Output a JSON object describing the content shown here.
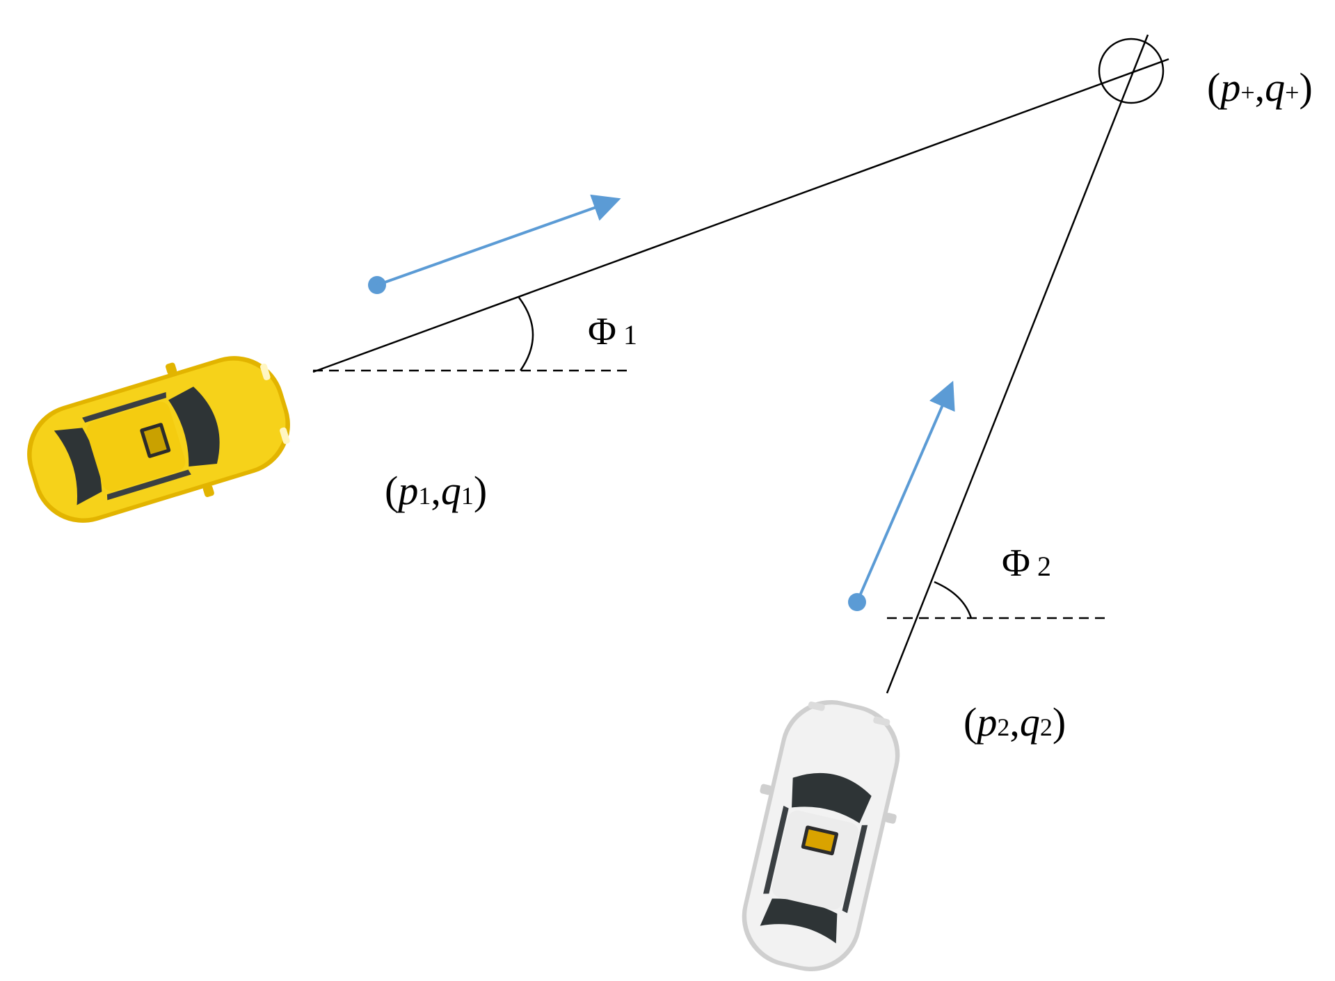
{
  "labels": {
    "open_paren": "(",
    "close_paren": ")",
    "comma": ",",
    "plus_point": {
      "p": "p",
      "p_sub": "+",
      "q": "q",
      "q_sub": "+"
    },
    "car1_point": {
      "p": "p",
      "p_sub": "1",
      "q": "q",
      "q_sub": "1"
    },
    "car2_point": {
      "p": "p",
      "p_sub": "2",
      "q": "q",
      "q_sub": "2"
    },
    "angle1": {
      "symbol": "Φ",
      "sub": "1"
    },
    "angle2": {
      "symbol": "Φ",
      "sub": "2"
    }
  },
  "colors": {
    "background": "#ffffff",
    "line": "#000000",
    "velocity_arrow": "#5b9bd5",
    "taxi_body": "#f6d21a",
    "taxi_shadow": "#e2b400",
    "white_car_body": "#f2f2f2",
    "car_glass": "#2e3436"
  },
  "icons": {
    "car1": "yellow-taxi-icon",
    "car2": "white-taxi-icon",
    "target": "target-circle-icon"
  }
}
